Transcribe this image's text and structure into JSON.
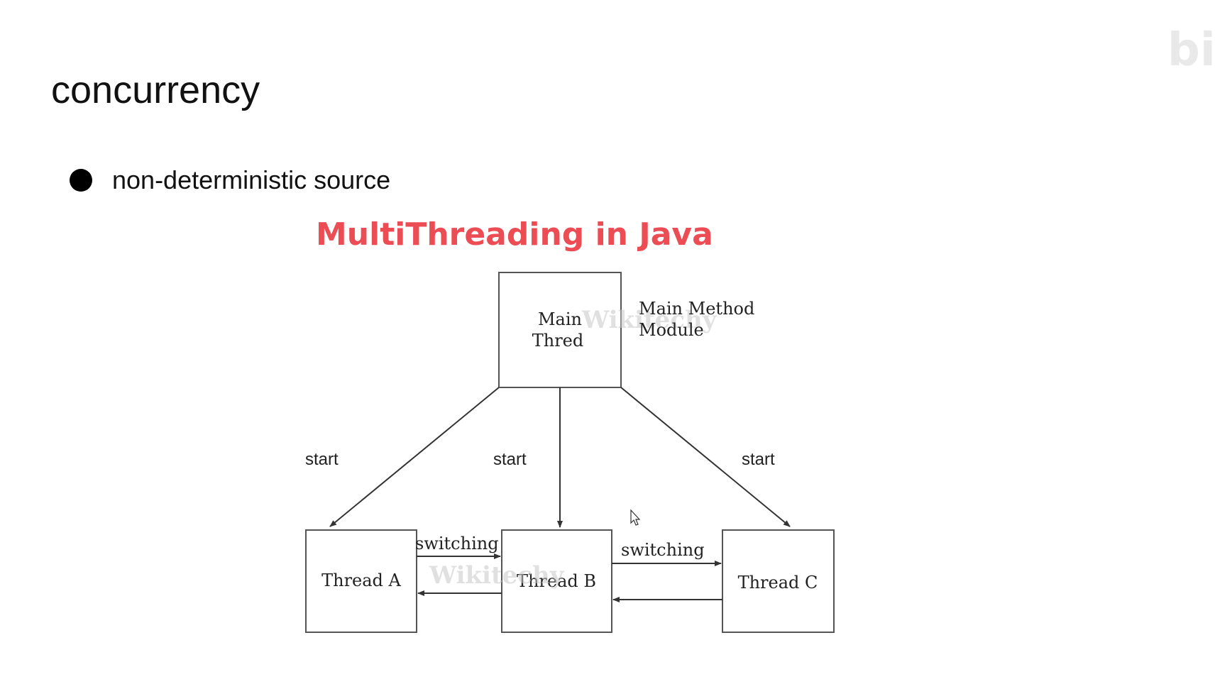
{
  "slide": {
    "title": "concurrency",
    "bullets": [
      "non-deterministic source"
    ]
  },
  "diagram": {
    "title": "MultiThreading in Java",
    "main_node": {
      "line1": "Main",
      "line2": "Thred"
    },
    "main_caption": {
      "line1": "Main Method",
      "line2": "Module"
    },
    "threads": [
      "Thread A",
      "Thread B",
      "Thread C"
    ],
    "edge_labels": {
      "start_left": "start",
      "start_center": "start",
      "start_right": "start",
      "switch_ab": "switching",
      "switch_bc": "switching"
    },
    "watermarks": [
      "Wikitechy",
      "Wikitechy"
    ]
  },
  "colors": {
    "title_red": "#ec4c54"
  },
  "brand": "bili"
}
